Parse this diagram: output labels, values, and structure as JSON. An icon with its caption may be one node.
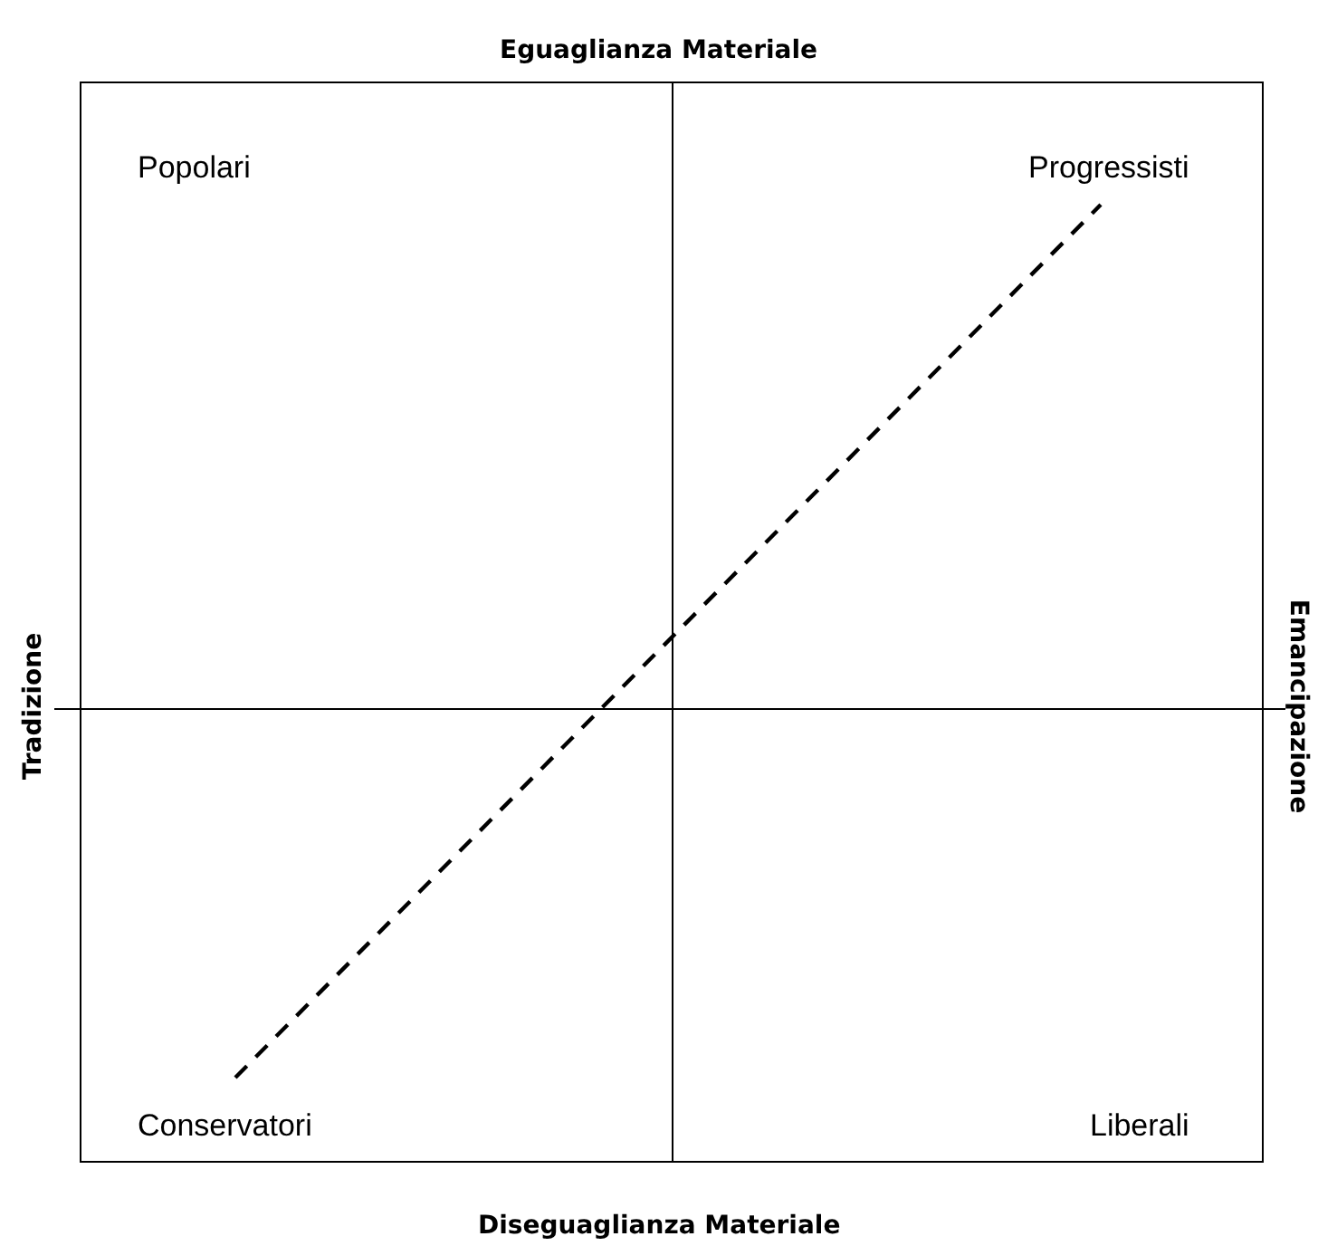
{
  "diagram": {
    "labels": [
      "Eguaglianza Materiale",
      "Popolari",
      "Progressisti",
      "Tradizione",
      "Emancipazione",
      "Conservatori",
      "Liberali",
      "Diseguaglianza Materiale"
    ]
  }
}
